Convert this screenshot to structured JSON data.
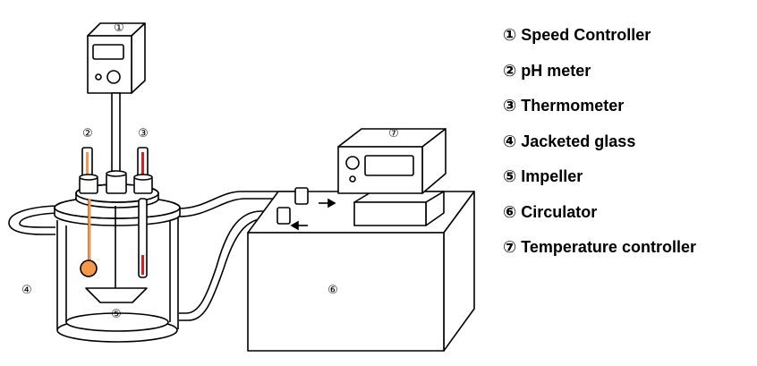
{
  "markers": {
    "m1": "①",
    "m2": "②",
    "m3": "③",
    "m4": "④",
    "m5": "⑤",
    "m6": "⑥",
    "m7": "⑦"
  },
  "legend": {
    "items": [
      "① Speed Controller",
      "② pH meter",
      "③ Thermometer",
      "④ Jacketed glass",
      "⑤ Impeller",
      "⑥ Circulator",
      "⑦ Temperature controller"
    ]
  },
  "colors": {
    "outline": "#000000",
    "fill": "#ffffff",
    "ph_bulb": "#f39a4a",
    "thermo_fluid": "#d62020"
  }
}
